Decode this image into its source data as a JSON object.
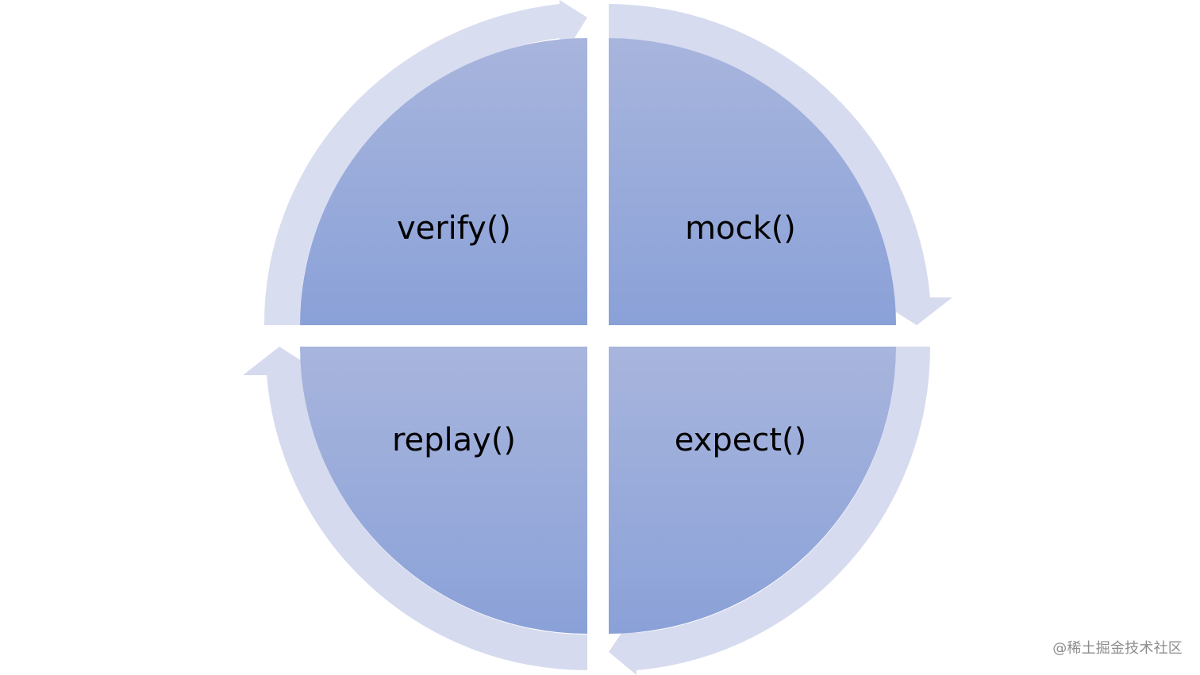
{
  "diagram": {
    "quadrants": [
      {
        "label": "verify()"
      },
      {
        "label": "mock()"
      },
      {
        "label": "expect()"
      },
      {
        "label": "replay()"
      }
    ],
    "colors": {
      "quadrant_top": "#a8b5dd",
      "quadrant_bottom": "#8aa1d8",
      "ring_light": "#dde2f1",
      "ring_dark": "#cdd3ea"
    }
  },
  "watermark": "@稀土掘金技术社区"
}
